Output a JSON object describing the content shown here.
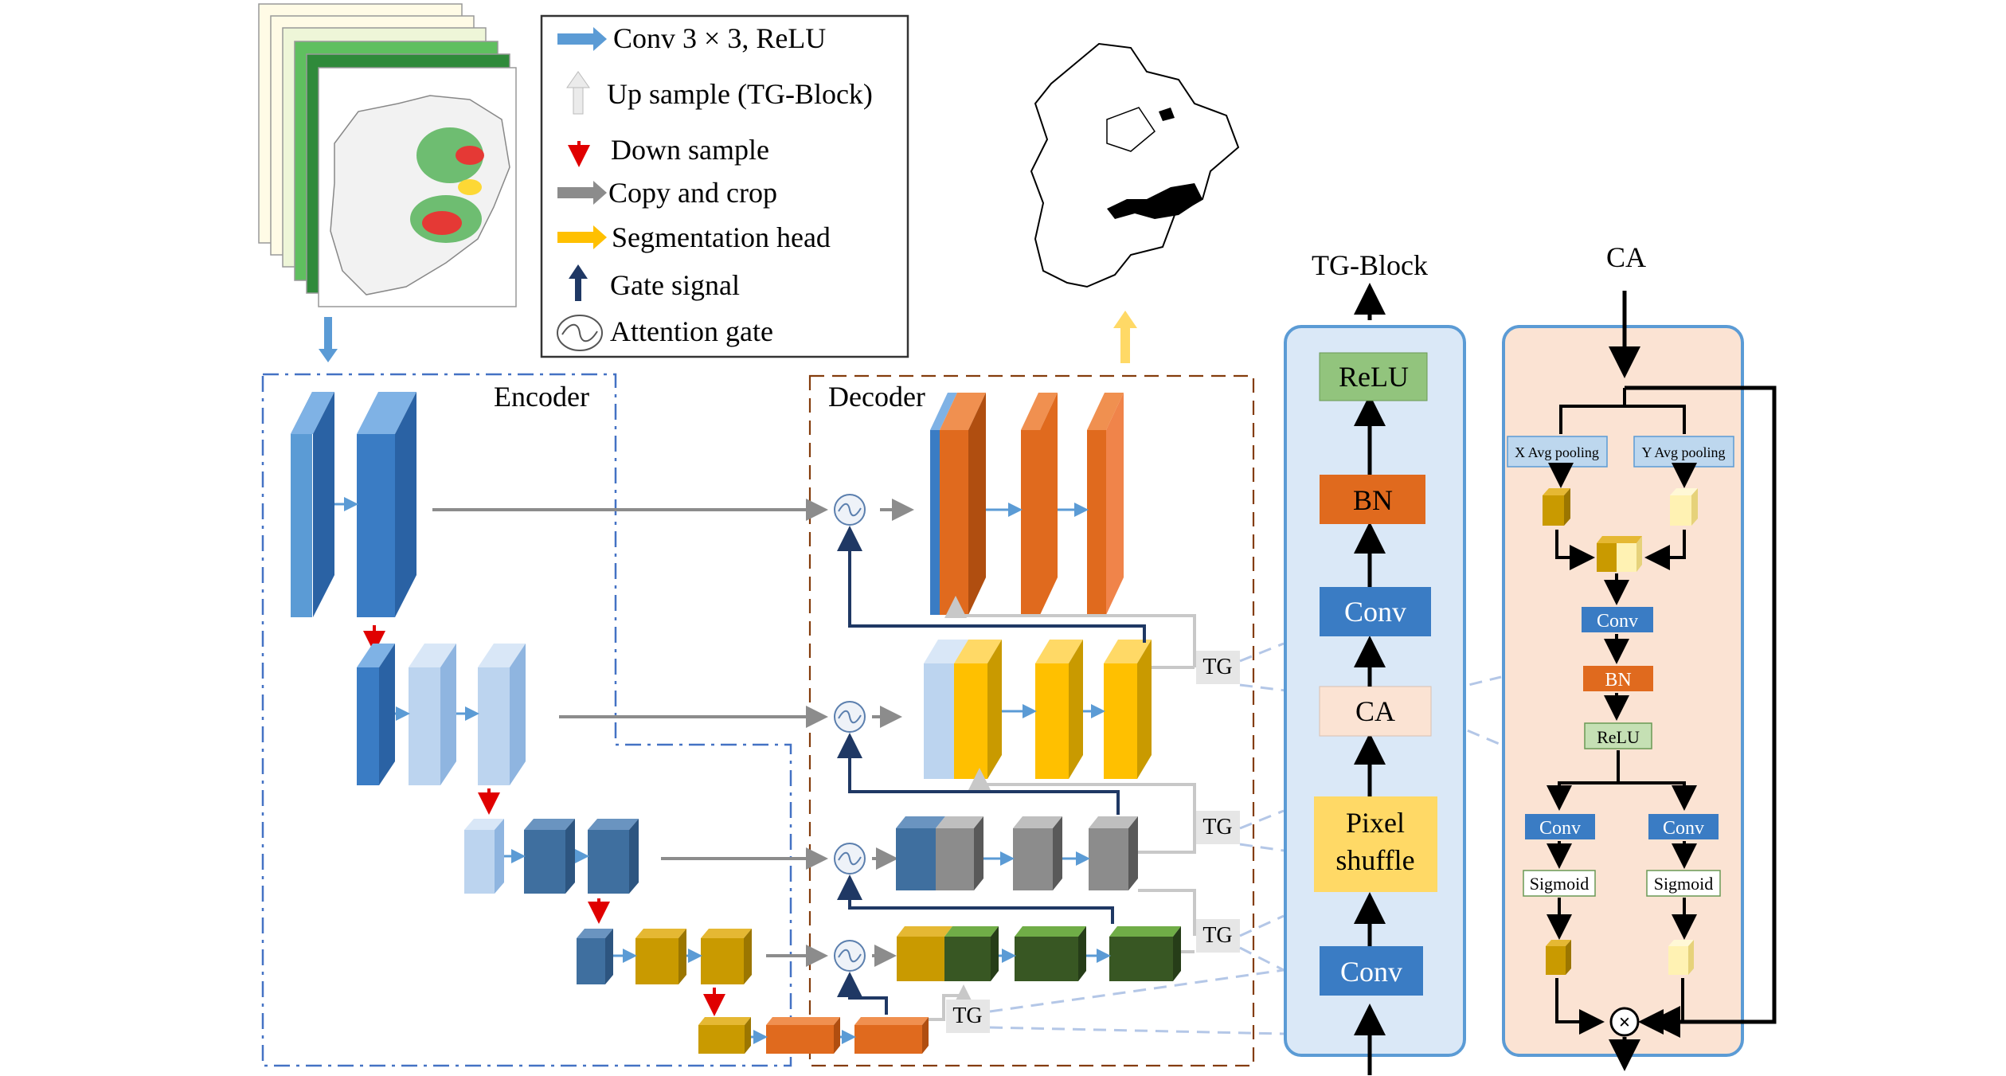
{
  "legend": {
    "items": [
      {
        "label": "Conv 3 × 3, ReLU",
        "icon": "arrow-blue-icon",
        "color": "#5b9bd5"
      },
      {
        "label": "Up sample (TG-Block)",
        "icon": "arrow-up-grey-icon",
        "color": "#d9d9d9"
      },
      {
        "label": "Down sample",
        "icon": "arrow-down-red-icon",
        "color": "#e00000"
      },
      {
        "label": "Copy and crop",
        "icon": "arrow-grey-icon",
        "color": "#8c8c8c"
      },
      {
        "label": "Segmentation head",
        "icon": "arrow-yellow-icon",
        "color": "#ffc000"
      },
      {
        "label": "Gate signal",
        "icon": "arrow-up-navy-icon",
        "color": "#1f3864"
      },
      {
        "label": "Attention gate",
        "icon": "attention-gate-icon",
        "color": "#5b9bd5"
      }
    ]
  },
  "encoder": {
    "label": "Encoder"
  },
  "decoder": {
    "label": "Decoder"
  },
  "tg_labels": [
    "TG",
    "TG",
    "TG",
    "TG"
  ],
  "tg_block": {
    "title": "TG-Block",
    "layers": [
      "ReLU",
      "BN",
      "Conv",
      "CA",
      "Pixel",
      "shuffle",
      "Conv"
    ]
  },
  "ca_block": {
    "title": "CA",
    "pool_x": "X Avg pooling",
    "pool_y": "Y Avg pooling",
    "conv": "Conv",
    "bn": "BN",
    "relu": "ReLU",
    "conv_left": "Conv",
    "conv_right": "Conv",
    "sigmoid_left": "Sigmoid",
    "sigmoid_right": "Sigmoid",
    "multiply": "×"
  },
  "colors": {
    "encoder_blue": "#3a7cc4",
    "light_blue": "#bcd4ef",
    "steel_blue": "#3f6f9f",
    "gold": "#c99a00",
    "orange": "#e06a1e",
    "yellow": "#ffc000",
    "grey": "#8c8c8c",
    "green": "#385723",
    "tg_panel": "#dae8f7",
    "ca_panel": "#fbe3d3"
  }
}
